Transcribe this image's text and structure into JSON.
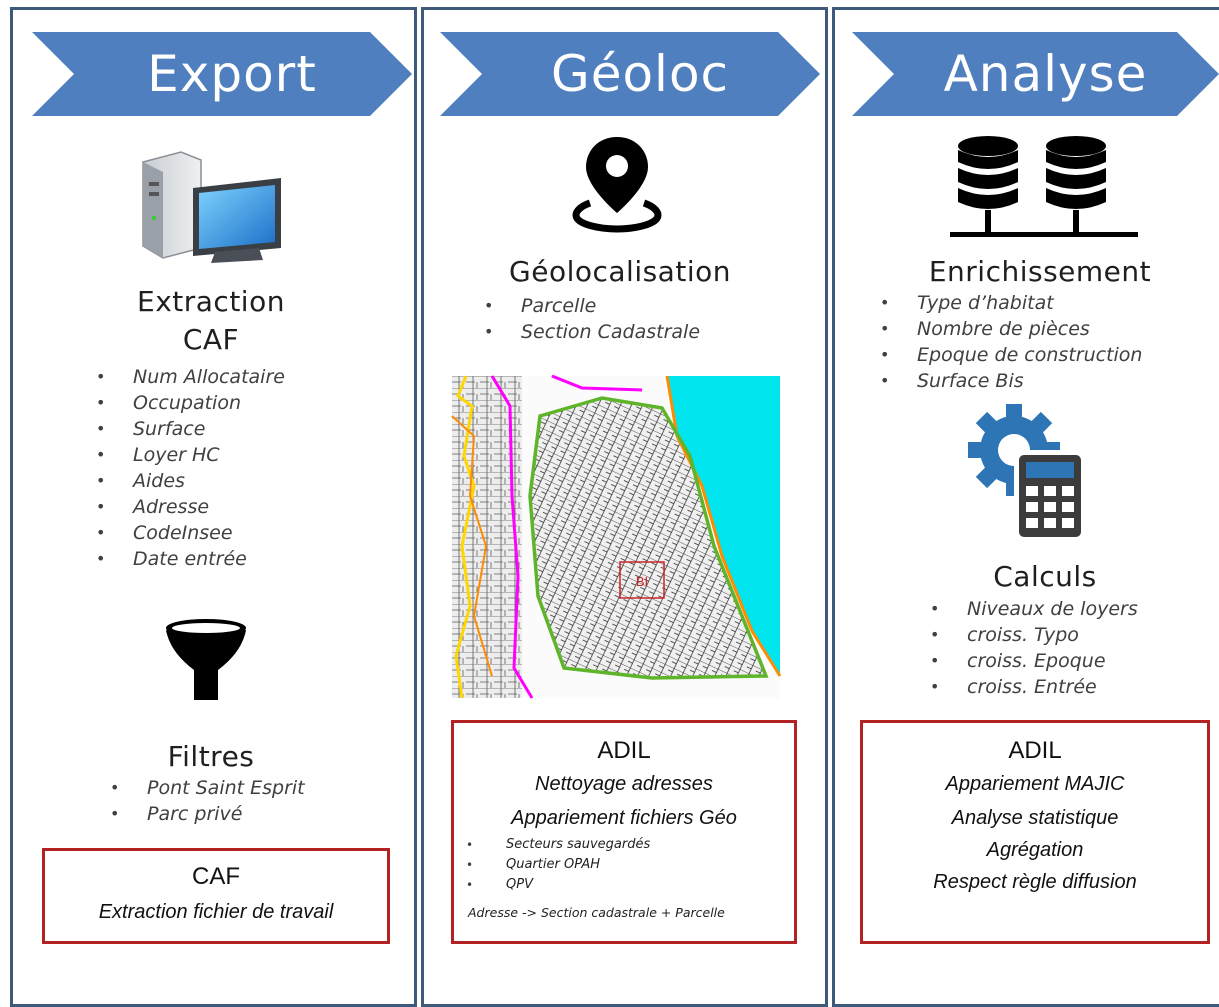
{
  "columns": [
    {
      "chevron": "Export",
      "icons": [
        "computer-icon",
        "funnel-icon"
      ],
      "section1": {
        "title_line1": "Extraction",
        "title_line2": "CAF",
        "bullets": [
          "Num Allocataire",
          "Occupation",
          "Surface",
          "Loyer HC",
          "Aides",
          "Adresse",
          "CodeInsee",
          "Date entrée"
        ]
      },
      "section2": {
        "title": "Filtres",
        "bullets": [
          "Pont Saint Esprit",
          "Parc privé"
        ]
      },
      "box": {
        "title": "CAF",
        "lines": [
          "Extraction fichier de travail"
        ]
      }
    },
    {
      "chevron": "Géoloc",
      "icons": [
        "location-pin-icon"
      ],
      "section1": {
        "title": "Géolocalisation",
        "bullets": [
          "Parcelle",
          "Section Cadastrale"
        ]
      },
      "map": {
        "label": "BI",
        "icon": "cadastral-map"
      },
      "box": {
        "title": "ADIL",
        "lines": [
          "Nettoyage adresses",
          "Appariement fichiers Géo"
        ],
        "bullets": [
          "Secteurs sauvegardés",
          "Quartier OPAH",
          "QPV"
        ],
        "footer": "Adresse -> Section cadastrale + Parcelle"
      }
    },
    {
      "chevron": "Analyse",
      "icons": [
        "databases-icon",
        "gear-calculator-icon"
      ],
      "section1": {
        "title": "Enrichissement",
        "bullets": [
          "Type d’habitat",
          "Nombre de pièces",
          "Epoque de construction",
          "Surface Bis"
        ]
      },
      "section2": {
        "title": "Calculs",
        "bullets": [
          "Niveaux de loyers",
          "croiss. Typo",
          "croiss. Epoque",
          "croiss. Entrée"
        ]
      },
      "box": {
        "title": "ADIL",
        "lines": [
          "Appariement MAJIC",
          "Analyse statistique",
          "Agrégation",
          "Respect règle diffusion"
        ]
      }
    }
  ],
  "colors": {
    "chevron": "#4f7fbf",
    "panel_border": "#3d5a7a",
    "box_border": "#b22222",
    "gear": "#2e75b6",
    "map_river": "#00e5ee",
    "map_green": "#5fb52a",
    "map_magenta": "#ff00ff",
    "map_yellow": "#ffd700",
    "map_orange": "#ff8c00"
  }
}
